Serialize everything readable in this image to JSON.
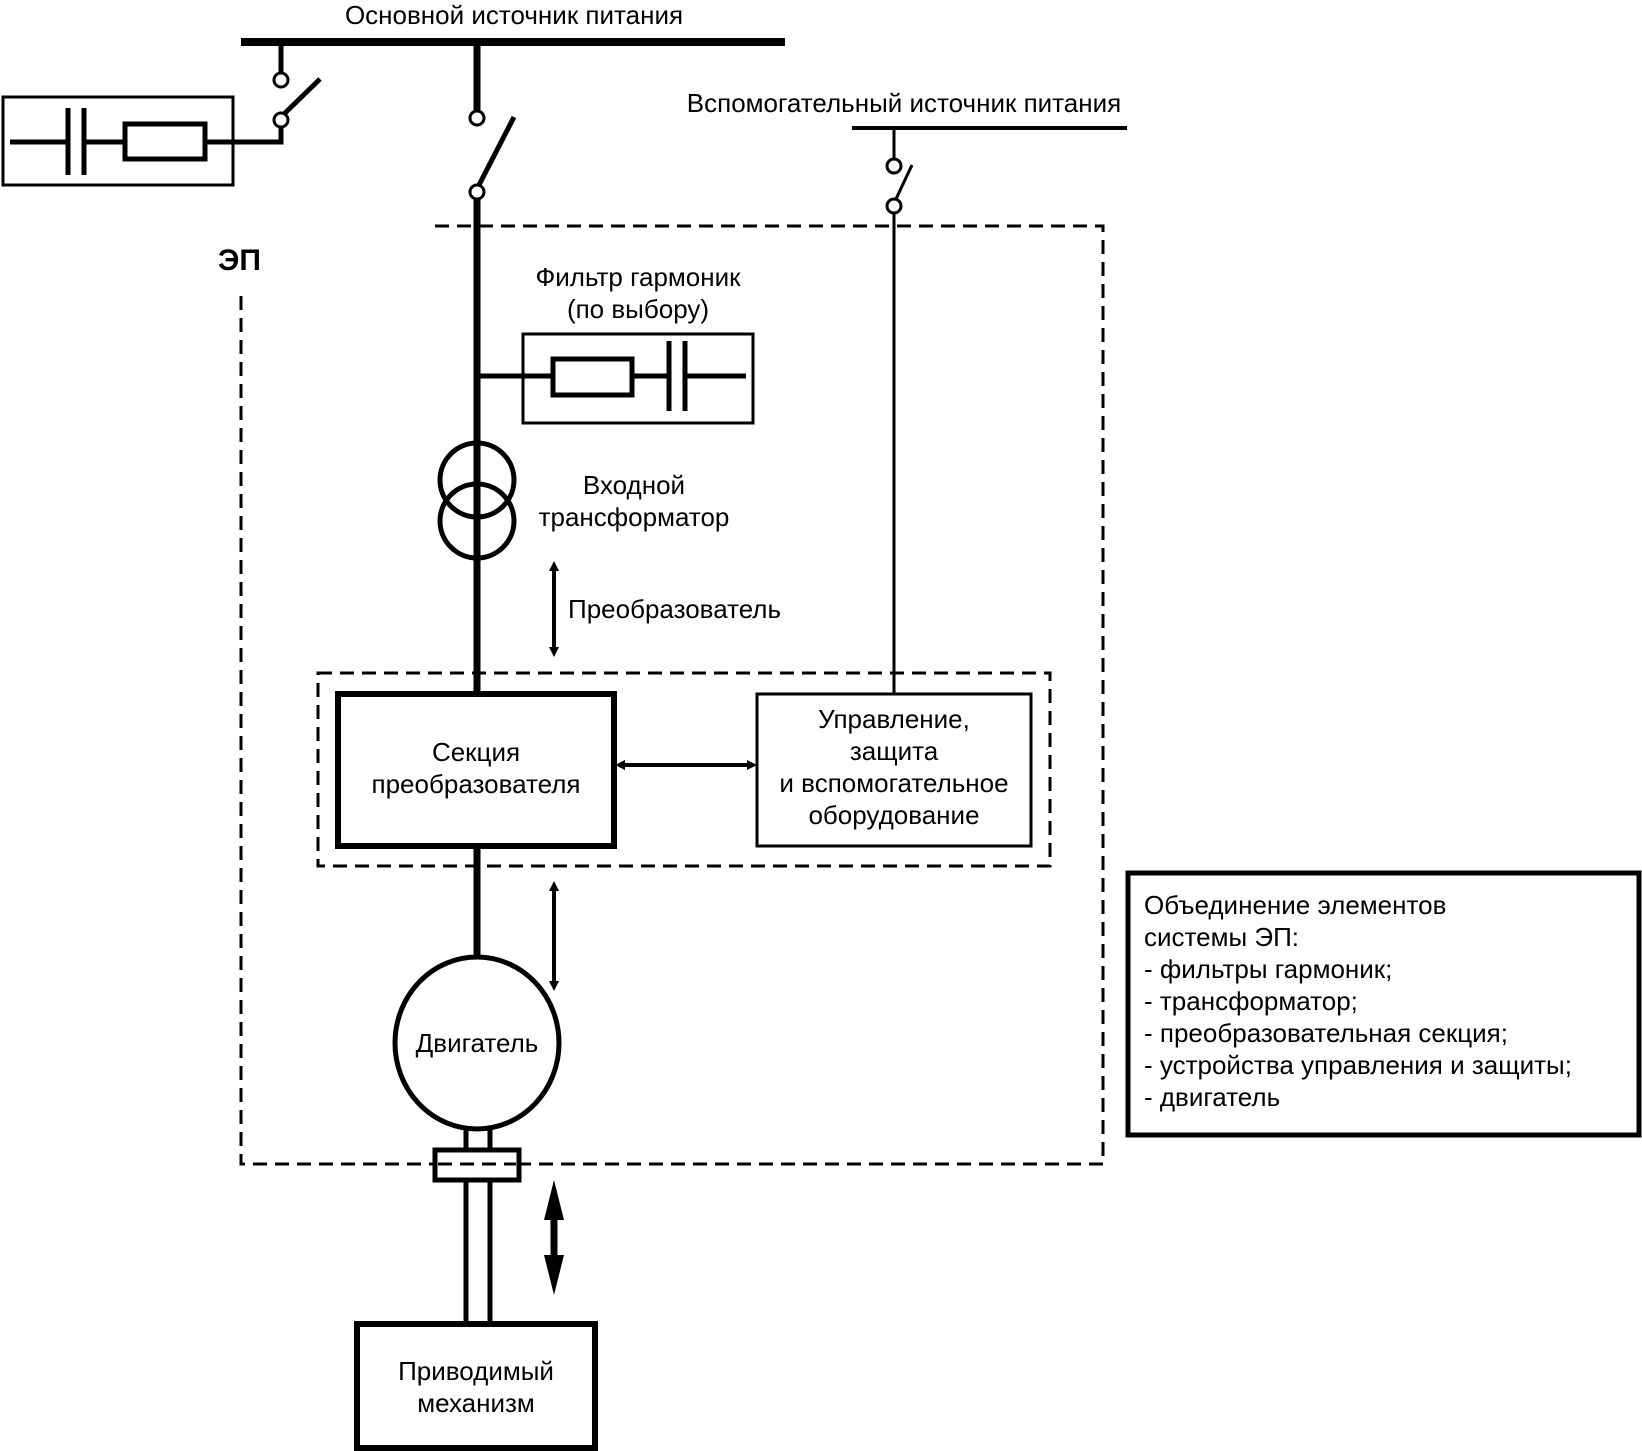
{
  "labels": {
    "main_source": "Основной источник питания",
    "aux_source": "Вспомогательный источник питания",
    "drive_system": "ЭП",
    "filter_line1": "Фильтр гармоник",
    "filter_line2": "(по выбору)",
    "transformer_line1": "Входной",
    "transformer_line2": "трансформатор",
    "converter_label": "Преобразователь",
    "converter_section_line1": "Секция",
    "converter_section_line2": "преобразователя",
    "control_line1": "Управление,",
    "control_line2": "защита",
    "control_line3": "и вспомогательное",
    "control_line4": "оборудование",
    "motor": "Двигатель",
    "mechanism_line1": "Приводимый",
    "mechanism_line2": "механизм"
  },
  "legend": {
    "title_line1": "Объединение элементов",
    "title_line2": "системы ЭП:",
    "items": [
      "- фильтры гармоник;",
      "- трансформатор;",
      "- преобразовательная секция;",
      "- устройства управления и защиты;",
      "- двигатель"
    ]
  },
  "colors": {
    "stroke": "#000000",
    "background": "#ffffff"
  }
}
